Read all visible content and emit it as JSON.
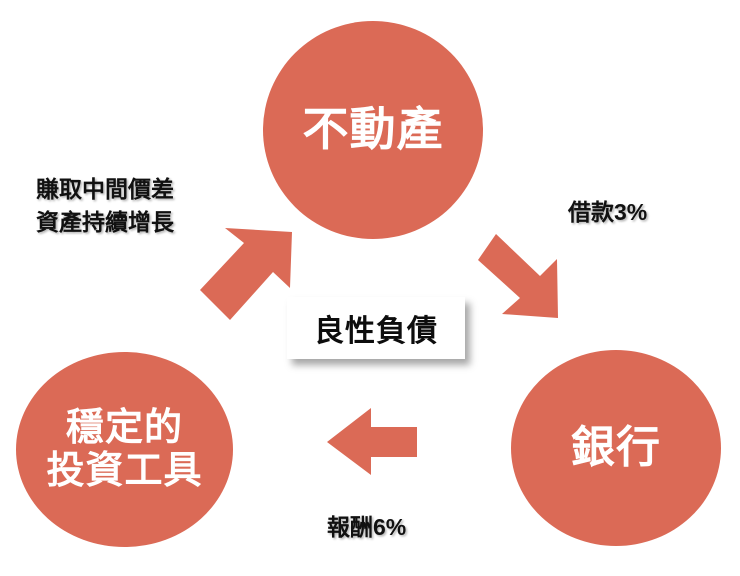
{
  "diagram": {
    "title_center": "良性負債",
    "accent_color": "#db6a56",
    "text_color": "#111111",
    "background_color": "#ffffff",
    "nodes": [
      {
        "id": "real-estate",
        "lines": [
          "不動產"
        ],
        "shape": "circle",
        "fill": "#db6a56",
        "text_color": "#ffffff"
      },
      {
        "id": "bank",
        "lines": [
          "銀行"
        ],
        "shape": "circle",
        "fill": "#db6a56",
        "text_color": "#ffffff"
      },
      {
        "id": "investment-tool",
        "lines": [
          "穩定的",
          "投資工具"
        ],
        "shape": "circle",
        "fill": "#db6a56",
        "text_color": "#ffffff"
      }
    ],
    "edges": [
      {
        "id": "real-estate-to-bank",
        "label": "借款3%",
        "direction": "down-right",
        "from": "real-estate",
        "to": "bank"
      },
      {
        "id": "bank-to-investment",
        "label": "報酬6%",
        "direction": "left",
        "from": "bank",
        "to": "investment-tool"
      },
      {
        "id": "investment-to-real-estate",
        "label_lines": [
          "賺取中間價差",
          "資產持續增長"
        ],
        "direction": "up-right",
        "from": "investment-tool",
        "to": "real-estate"
      }
    ]
  }
}
